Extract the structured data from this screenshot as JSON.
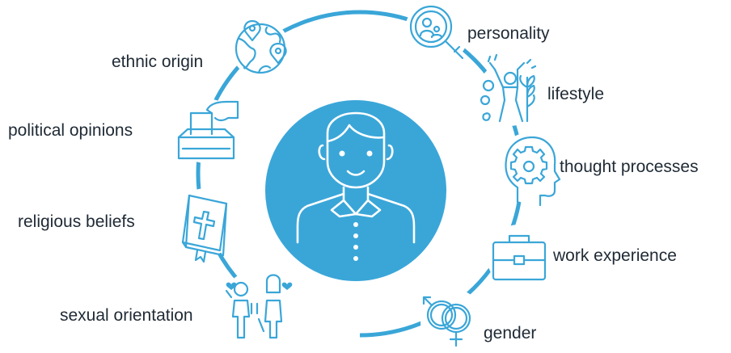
{
  "colors": {
    "accent": "#3aa6d8",
    "text": "#1f2a35",
    "background": "#ffffff"
  },
  "center": {
    "icon": "person-avatar-icon"
  },
  "attributes": [
    {
      "key": "ethnic_origin",
      "label": "ethnic origin",
      "icon": "globe-location-icon"
    },
    {
      "key": "political_opinions",
      "label": "political opinions",
      "icon": "ballot-box-icon"
    },
    {
      "key": "religious_beliefs",
      "label": "religious beliefs",
      "icon": "bible-cross-icon"
    },
    {
      "key": "sexual_orientation",
      "label": "sexual orientation",
      "icon": "couple-icon"
    },
    {
      "key": "personality",
      "label": "personality",
      "icon": "magnifier-person-icon"
    },
    {
      "key": "lifestyle",
      "label": "lifestyle",
      "icon": "active-person-icon"
    },
    {
      "key": "thought_processes",
      "label": "thought processes",
      "icon": "head-gear-icon"
    },
    {
      "key": "work_experience",
      "label": "work experience",
      "icon": "briefcase-icon"
    },
    {
      "key": "gender",
      "label": "gender",
      "icon": "gender-symbols-icon"
    }
  ]
}
